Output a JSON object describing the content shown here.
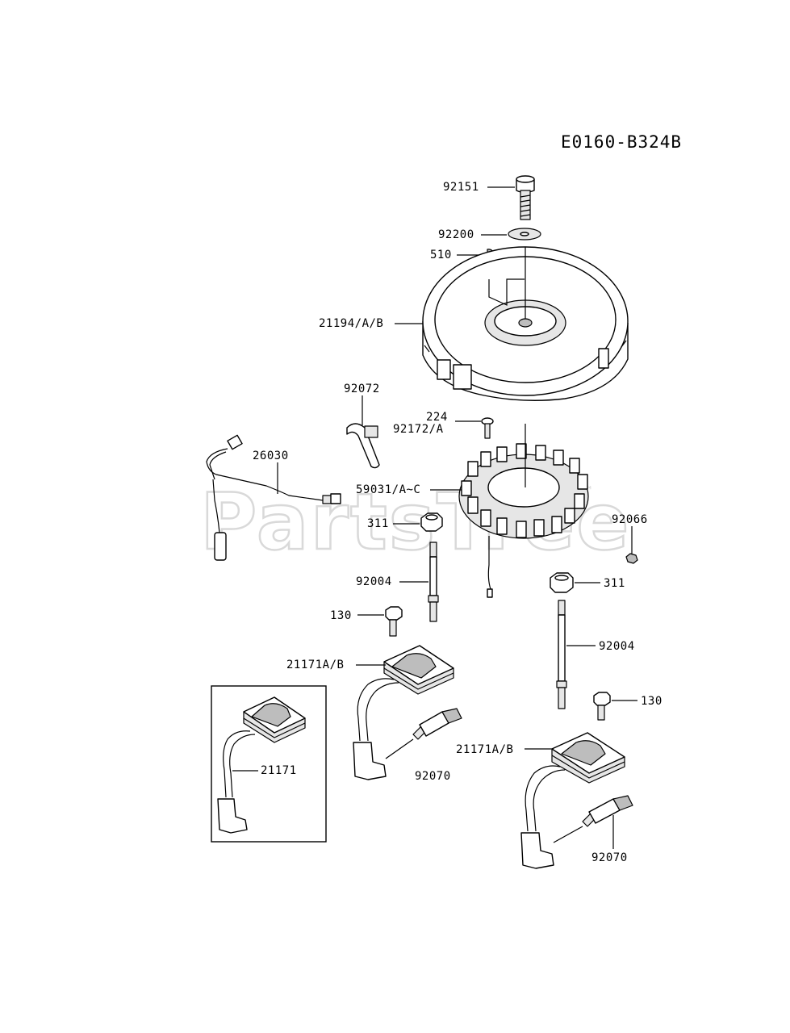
{
  "diagram": {
    "code": "E0160-B324B",
    "watermark": "PartsTree",
    "callouts": {
      "bolt_top": "92151",
      "washer": "92200",
      "key": "510",
      "flywheel": "21194/A/B",
      "clip": "92072",
      "screw_224": "224",
      "screw_92172": "92172/A",
      "harness": "26030",
      "stator": "59031/A~C",
      "nut_left": "311",
      "nut_small": "92066",
      "nut_right": "311",
      "stud_left": "92004",
      "bolt_left": "130",
      "coil_left": "21171A/B",
      "stud_right": "92004",
      "bolt_right": "130",
      "coil_right": "21171A/B",
      "plug_left": "92070",
      "plug_right": "92070",
      "coil_inset": "21171"
    }
  }
}
